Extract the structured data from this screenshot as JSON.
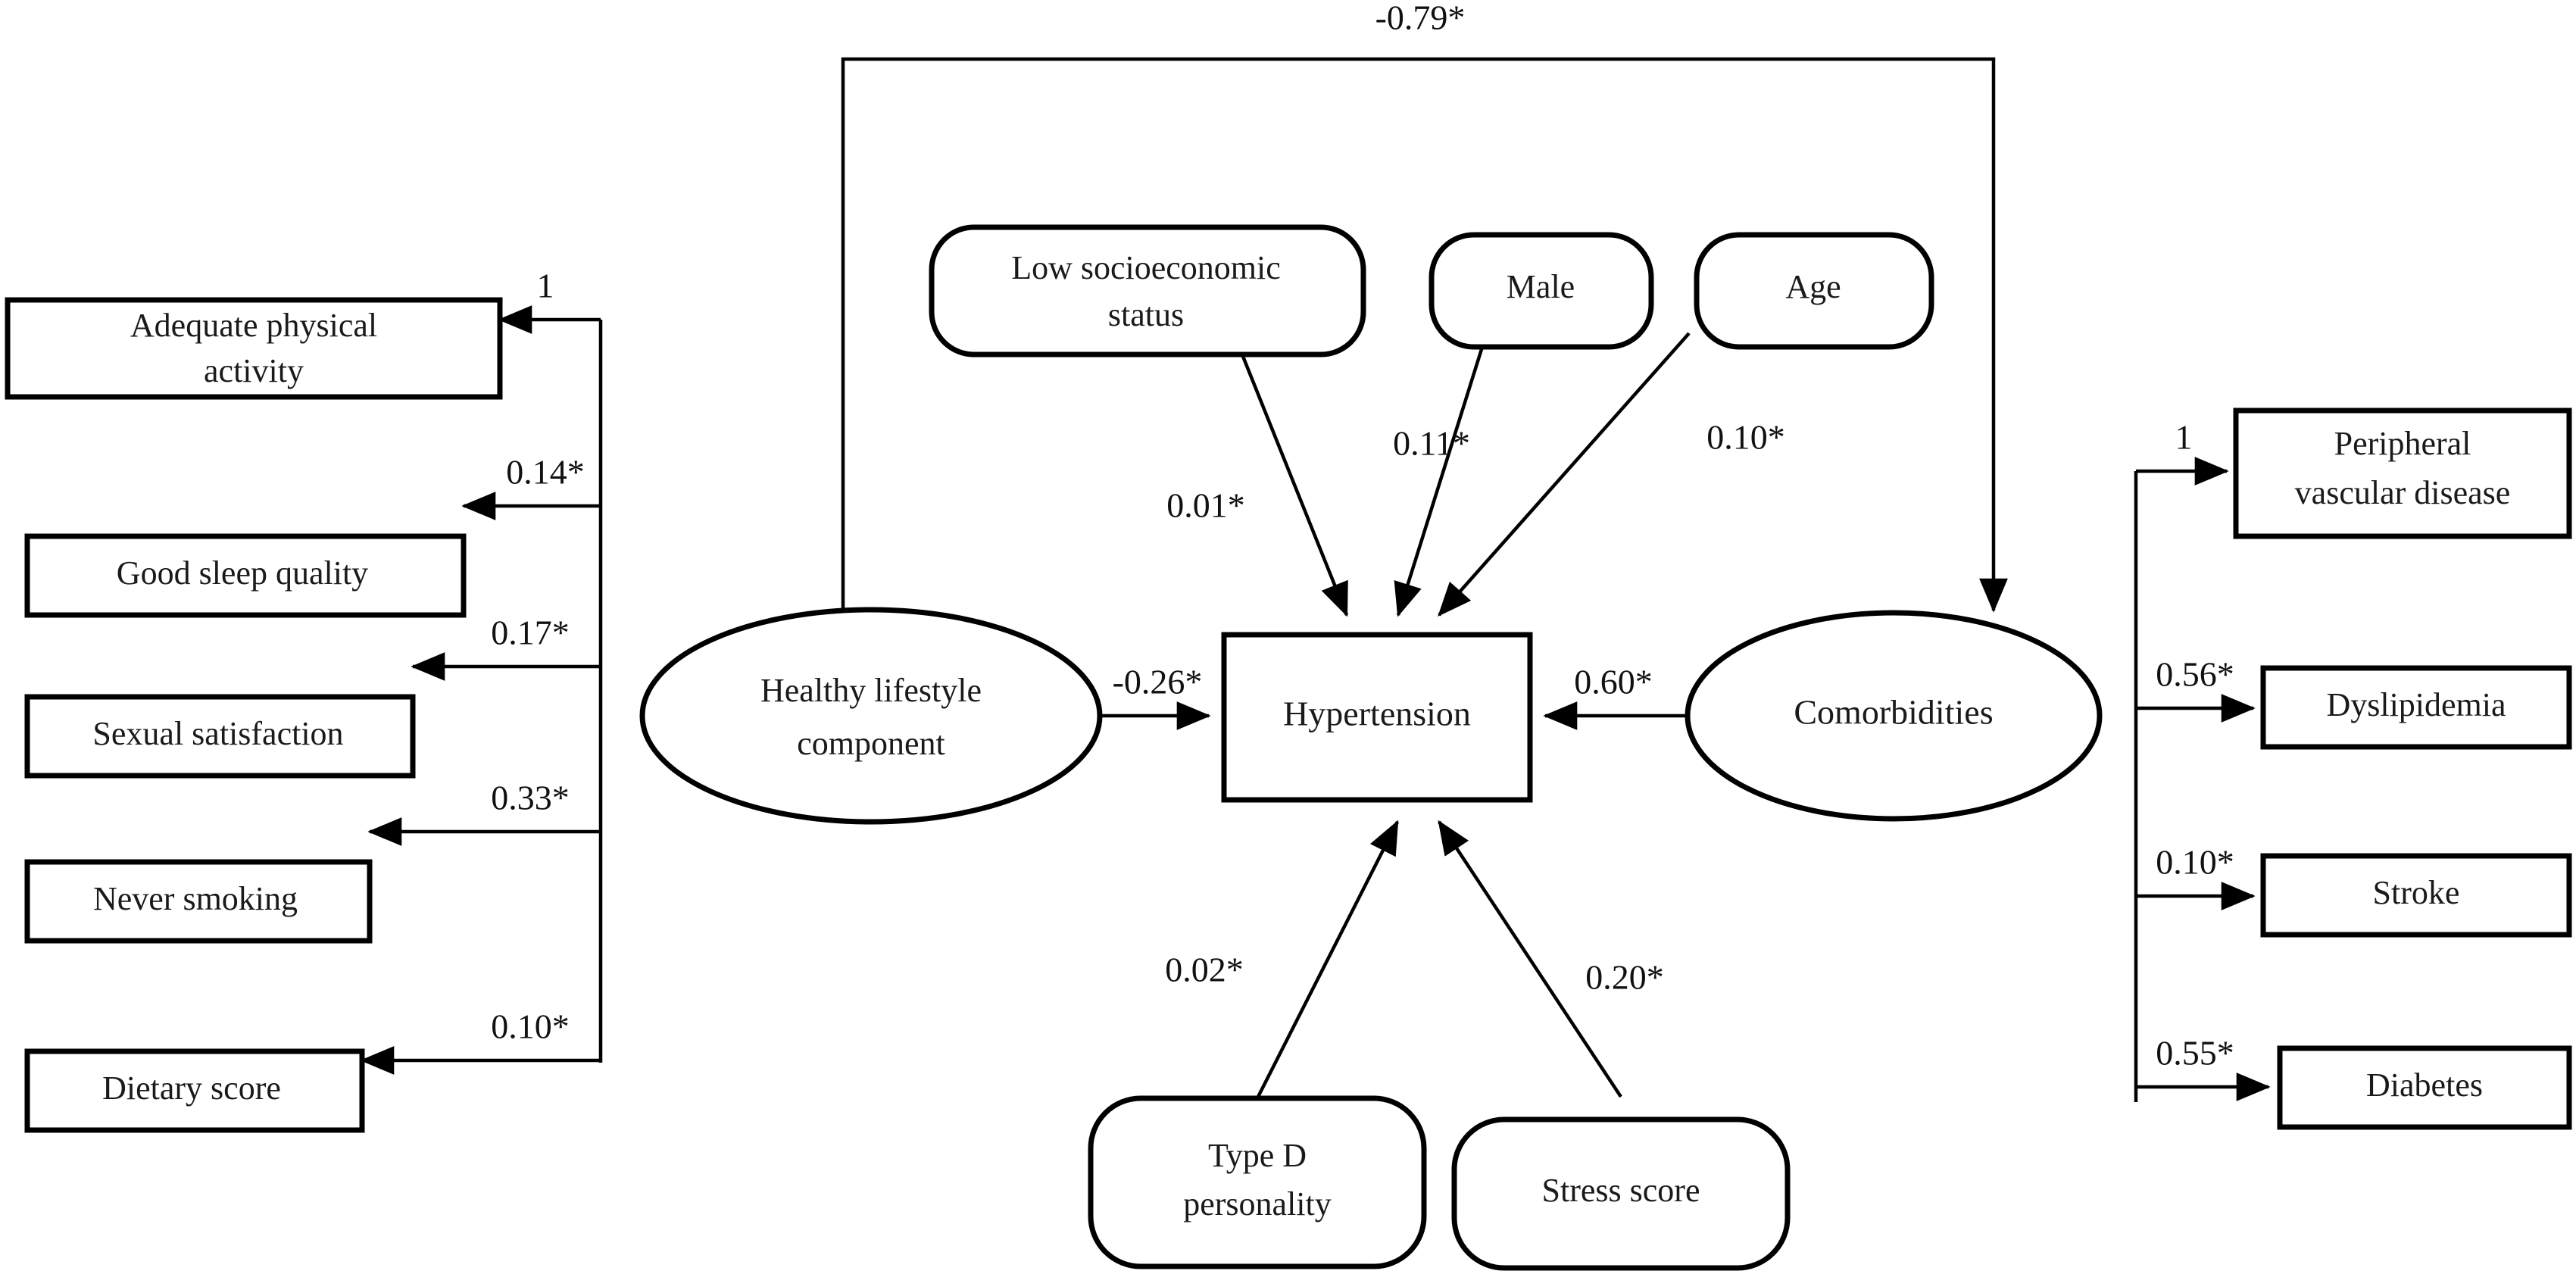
{
  "diagram": {
    "title": "Structural equation model of hypertension",
    "type": "path-diagram",
    "star_note": "*",
    "nodes": {
      "adequate_physical_activity": "Adequate physical\nactivity",
      "adequate_physical_activity_l1": "Adequate physical",
      "adequate_physical_activity_l2": "activity",
      "good_sleep_quality": "Good sleep quality",
      "sexual_satisfaction": "Sexual satisfaction",
      "never_smoking": "Never smoking",
      "dietary_score": "Dietary score",
      "healthy_lifestyle_l1": "Healthy lifestyle",
      "healthy_lifestyle_l2": "component",
      "low_ses_l1": "Low socioeconomic",
      "low_ses_l2": "status",
      "male": "Male",
      "age": "Age",
      "hypertension": "Hypertension",
      "comorbidities": "Comorbidities",
      "type_d_l1": "Type D",
      "type_d_l2": "personality",
      "stress_score": "Stress score",
      "peripheral_vascular_l1": "Peripheral",
      "peripheral_vascular_l2": "vascular disease",
      "dyslipidemia": "Dyslipidemia",
      "stroke": "Stroke",
      "diabetes": "Diabetes"
    },
    "coefficients": {
      "lifestyle_to_comorbidities": "-0.79*",
      "lifestyle_to_activity": "1",
      "lifestyle_to_sleep": "0.14*",
      "lifestyle_to_sexual": "0.17*",
      "lifestyle_to_smoking": "0.33*",
      "lifestyle_to_diet": "0.10*",
      "lifestyle_to_hypertension": "-0.26*",
      "ses_to_hypertension": "0.01*",
      "male_to_hypertension": "0.11*",
      "age_to_hypertension": "0.10*",
      "comorbidities_to_hypertension": "0.60*",
      "typed_to_hypertension": "0.02*",
      "stress_to_hypertension": "0.20*",
      "comorbidities_to_pvd": "1",
      "comorbidities_to_dyslipidemia": "0.56*",
      "comorbidities_to_stroke": "0.10*",
      "comorbidities_to_diabetes": "0.55*"
    },
    "colors": {
      "stroke": "#000000",
      "fill": "#ffffff",
      "text": "#111111"
    }
  }
}
